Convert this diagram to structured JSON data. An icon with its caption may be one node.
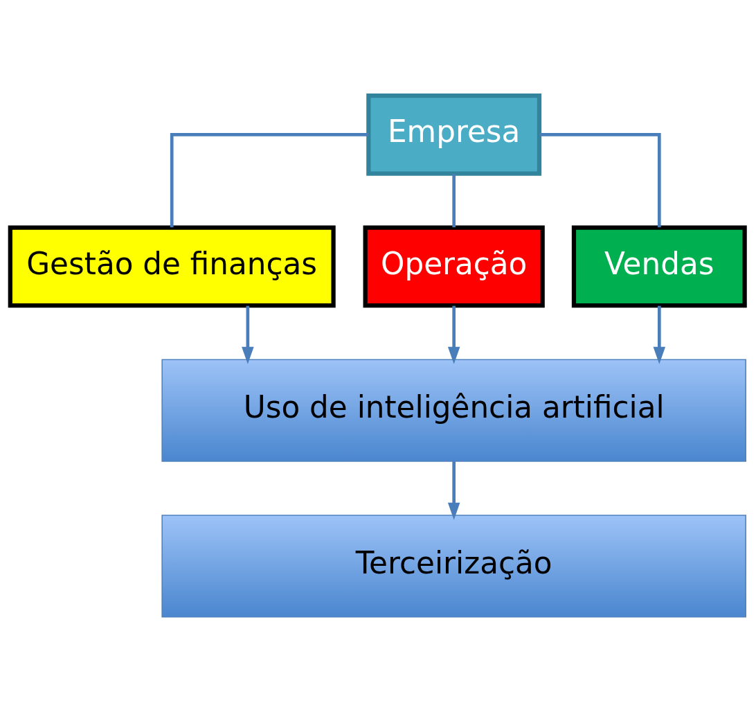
{
  "diagram": {
    "nodes": [
      {
        "text": [
          "Empresa"
        ]
      },
      {
        "text": [
          "Gestão de finanças"
        ]
      },
      {
        "text": [
          "Operação"
        ]
      },
      {
        "text": [
          "Vendas"
        ]
      },
      {
        "text": [
          "Uso de inteligência artificial"
        ]
      },
      {
        "text": [
          "Terceirização"
        ]
      }
    ],
    "edges": [
      {
        "from": 0,
        "to": 1,
        "arrow": "none"
      },
      {
        "from": 0,
        "to": 2,
        "arrow": "none"
      },
      {
        "from": 0,
        "to": 3,
        "arrow": "none"
      },
      {
        "from": 1,
        "to": 4,
        "arrow": "to"
      },
      {
        "from": 2,
        "to": 4,
        "arrow": "to"
      },
      {
        "from": 3,
        "to": 4,
        "arrow": "to"
      },
      {
        "from": 4,
        "to": 5,
        "arrow": "to"
      }
    ]
  }
}
